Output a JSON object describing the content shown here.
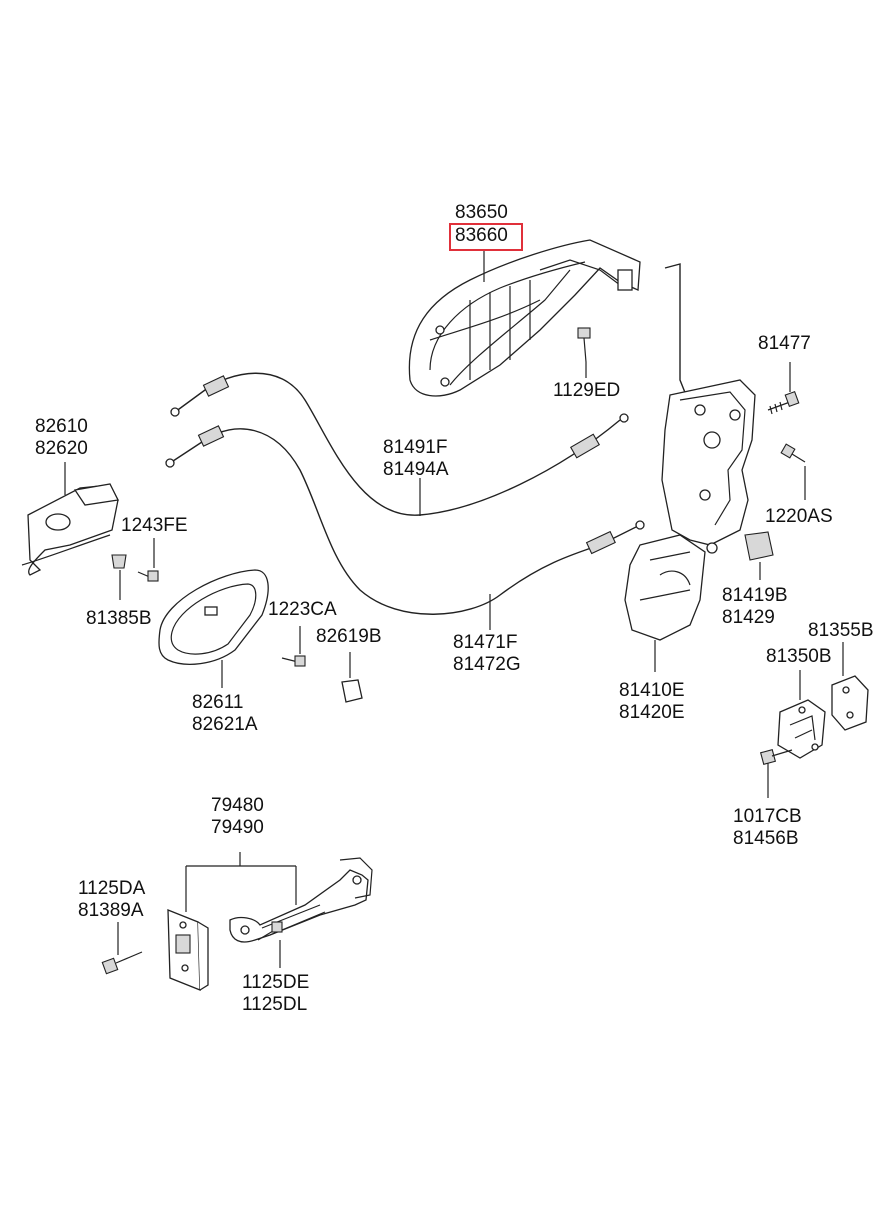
{
  "labels": {
    "p83650": "83650",
    "p83660": "83660",
    "p1129ED": "1129ED",
    "p81477": "81477",
    "p82610": "82610",
    "p82620": "82620",
    "p81491F": "81491F",
    "p81494A": "81494A",
    "p1220AS": "1220AS",
    "p1243FE": "1243FE",
    "p81385B": "81385B",
    "p1223CA": "1223CA",
    "p82619B": "82619B",
    "p81419B": "81419B",
    "p81429": "81429",
    "p81471F": "81471F",
    "p81472G": "81472G",
    "p81355B": "81355B",
    "p81350B": "81350B",
    "p82611": "82611",
    "p82621A": "82621A",
    "p81410E": "81410E",
    "p81420E": "81420E",
    "p1017CB": "1017CB",
    "p81456B": "81456B",
    "p79480": "79480",
    "p79490": "79490",
    "p1125DA": "1125DA",
    "p81389A": "81389A",
    "p1125DE": "1125DE",
    "p1125DL": "1125DL"
  },
  "highlight": {
    "part": "83660",
    "color": "#e0303a"
  }
}
